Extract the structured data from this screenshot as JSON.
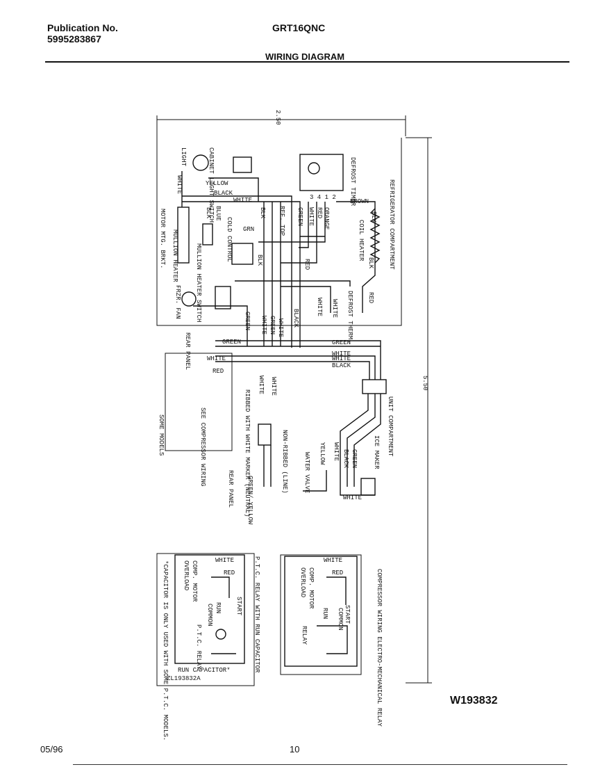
{
  "header": {
    "publication_label": "Publication No.",
    "publication_number": "5995283867",
    "model": "GRT16QNC",
    "section_title": "WIRING DIAGRAM"
  },
  "dimensions": {
    "width_mark": "2.50",
    "height_mark": "5.50"
  },
  "compartments": {
    "refrigerator": "REFRIGERATOR COMPARTMENT",
    "unit": "UNIT COMPARTMENT"
  },
  "components": {
    "light": "LIGHT",
    "cabinet_light_switch": "CABINET LIGHT SWITCH",
    "defrost_timer": "DEFROST TIMER",
    "timer_terminals": "3 4 1 2",
    "motor_mtg_brkt": "MOTOR MTG. BRKT.",
    "mullion_heater": "MULLION HEATER",
    "mullion_heater_switch": "MULLION HEATER SWITCH",
    "cold_control": "COLD CONTROL",
    "ref_top": "REF. TOP",
    "coil_heater": "COIL HEATER",
    "defrost_therm": "DEFROST THERM.",
    "frzr_fan": "FRZR. FAN",
    "rear_panel": "REAR PANEL",
    "see_compressor_wiring": "SEE COMPRESSOR WIRING",
    "some_models": "SOME MODELS",
    "ribbed_with_white_marker": "RIBBED WITH WHITE MARKER (NEUTRAL)",
    "non_ribbed_line": "NON-RIBBED (LINE)",
    "rear_panel_lower": "REAR PANEL",
    "green_yellow": "GREEN/ YELLOW",
    "water_valve": "WATER VALVE",
    "ice_maker": "ICE MAKER"
  },
  "wire_labels": {
    "white": "WHITE",
    "black": "BLACK",
    "blk": "BLK",
    "yellow": "YELLOW",
    "blue": "BLUE",
    "green": "GREEN",
    "grn": "GRN",
    "orange": "ORANGE",
    "red": "RED",
    "brown": "BROWN"
  },
  "ptc_box": {
    "title": "P.T.C. RELAY WITH RUN CAPACITOR",
    "overload": "OVERLOAD",
    "comp_motor": "COMP. MOTOR",
    "ptc_relay": "P.T.C. RELAY",
    "start": "START",
    "run": "RUN",
    "common": "COMMON",
    "run_capacitor": "RUN CAPACITOR*",
    "drawing_ref": "ZL193832A",
    "note": "*CAPACITOR IS ONLY USED WITH SOME P.T.C. MODELS."
  },
  "em_box": {
    "title": "COMPRESSOR WIRING ELECTRO-MECHANICAL RELAY",
    "overload": "OVERLOAD",
    "comp_motor": "COMP. MOTOR",
    "relay": "RELAY",
    "start": "START",
    "run": "RUN",
    "common": "COMMON"
  },
  "footer": {
    "drawing_id": "W193832",
    "date": "05/96",
    "page": "10"
  }
}
